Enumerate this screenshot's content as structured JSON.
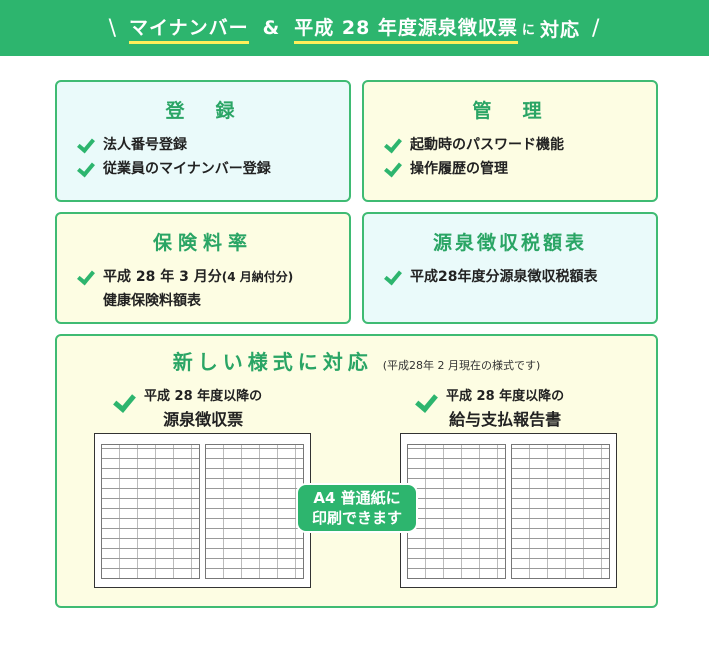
{
  "banner": {
    "slash_left": "\\",
    "part1": "マイナンバー",
    "amp": "&",
    "part2": "平成 28 年度源泉徴収票",
    "part3": "に",
    "part4": "対応",
    "slash_right": "/"
  },
  "cards": [
    {
      "title": "登　録",
      "items": [
        "法人番号登録",
        "従業員のマイナンバー登録"
      ]
    },
    {
      "title": "管　理",
      "items": [
        "起動時のパスワード機能",
        "操作履歴の管理"
      ]
    },
    {
      "title": "保険料率",
      "item_main": "平成 28 年 3 月分",
      "item_sub": "(4 月納付分)",
      "item_line2": "健康保険料額表"
    },
    {
      "title": "源泉徴収税額表",
      "items": [
        "平成28年度分源泉徴収税額表"
      ]
    }
  ],
  "bottom": {
    "title": "新しい様式に対応",
    "note": "(平成28年 2 月現在の様式です)",
    "doc1": {
      "line1": "平成 28 年度以降の",
      "line2": "源泉徴収票"
    },
    "doc2": {
      "line1": "平成 28 年度以降の",
      "line2": "給与支払報告書"
    },
    "badge_line1": "A4 普通紙に",
    "badge_line2": "印刷できます"
  },
  "colors": {
    "accent": "#2db56e",
    "title_green": "#2aa565",
    "card_blue": "#eafafa",
    "card_yellow": "#fdfde3"
  }
}
